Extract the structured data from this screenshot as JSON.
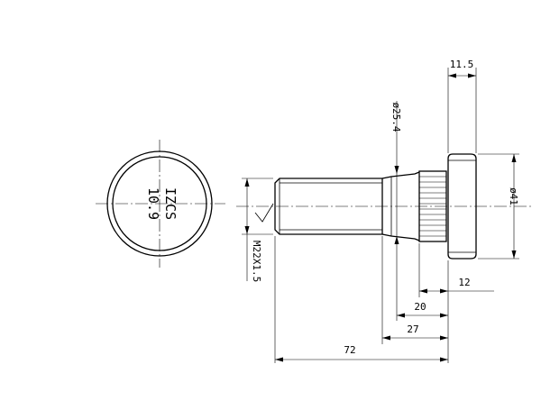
{
  "dimensions": {
    "d_11_5": "11.5",
    "d_dia_25_4": "ø25.4",
    "d_dia_41": "ø41",
    "d_thread": "M22X1.5",
    "d_12": "12",
    "d_20": "20",
    "d_27": "27",
    "d_72": "72"
  },
  "head_marking": {
    "line1": "IZCS",
    "line2": "10.9"
  }
}
